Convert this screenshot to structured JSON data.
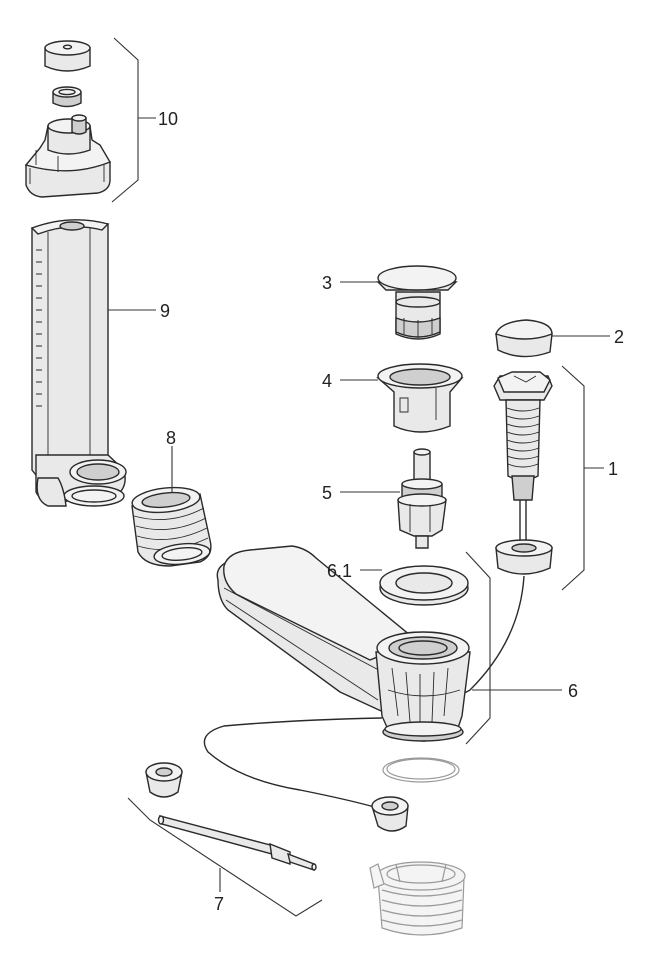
{
  "labels": {
    "p1": "1",
    "p2": "2",
    "p3": "3",
    "p4": "4",
    "p5": "5",
    "p6": "6",
    "p6_1": "6.1",
    "p7": "7",
    "p8": "8",
    "p9": "9",
    "p10": "10"
  }
}
